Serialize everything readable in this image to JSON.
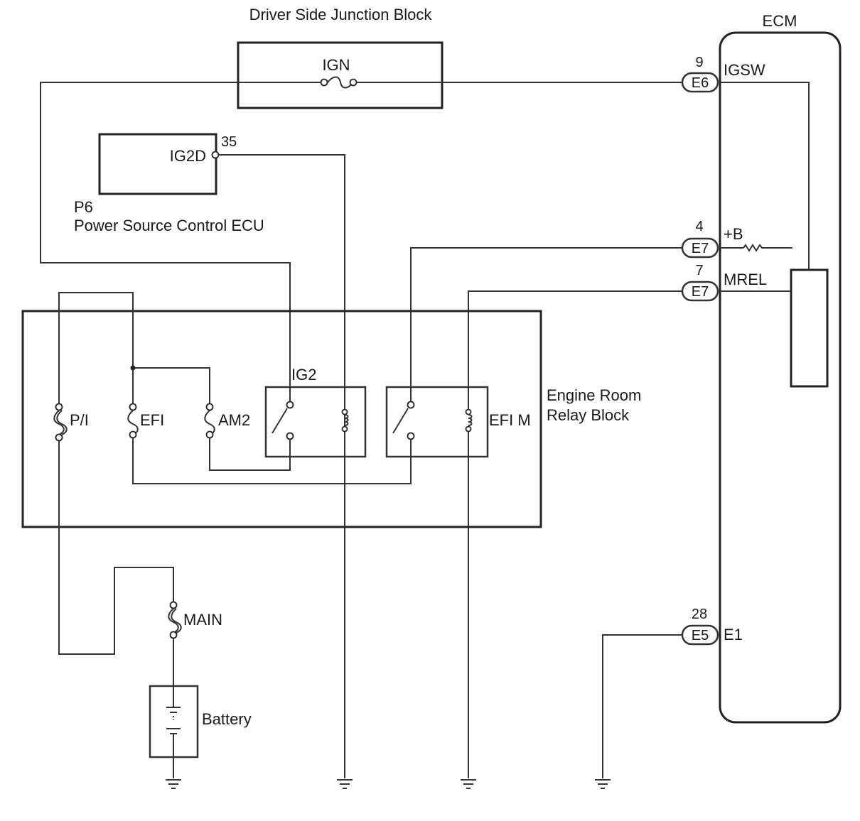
{
  "junction_block": {
    "title": "Driver Side Junction Block",
    "fuse": "IGN"
  },
  "ecm": {
    "title": "ECM",
    "pins": [
      {
        "num": "9",
        "conn": "E6",
        "name": "IGSW"
      },
      {
        "num": "4",
        "conn": "E7",
        "name": "+B"
      },
      {
        "num": "7",
        "conn": "E7",
        "name": "MREL"
      },
      {
        "num": "28",
        "conn": "E5",
        "name": "E1"
      }
    ]
  },
  "power_ecu": {
    "pin_num": "35",
    "pin_name": "IG2D",
    "code": "P6",
    "title": "Power Source Control ECU"
  },
  "relay_block": {
    "title_line1": "Engine Room",
    "title_line2": "Relay Block",
    "fuses": [
      "P/I",
      "EFI",
      "AM2"
    ],
    "relays": [
      "IG2",
      "EFI M"
    ]
  },
  "main_fuse": "MAIN",
  "battery": "Battery"
}
